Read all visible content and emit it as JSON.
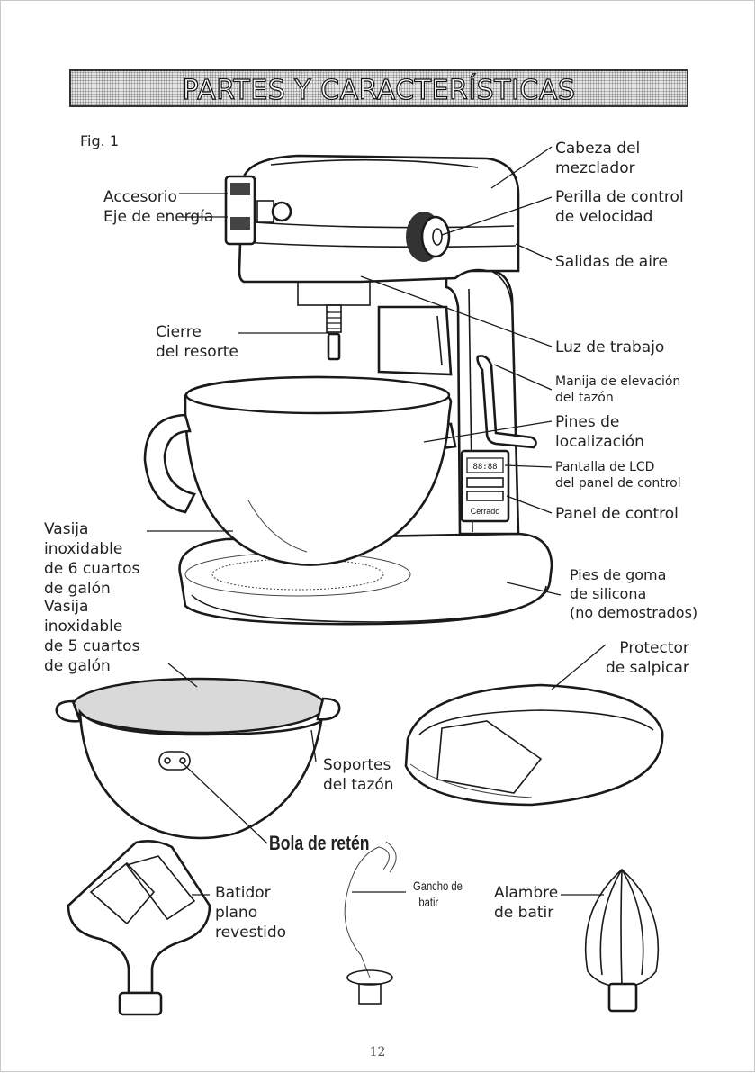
{
  "header": {
    "title": "PARTES Y CARACTERÍSTICAS"
  },
  "figure": {
    "label": "Fig. 1"
  },
  "labels": {
    "mixer_head": [
      "Cabeza del",
      "mezclador"
    ],
    "speed_knob": [
      "Perilla de control",
      "de velocidad"
    ],
    "air_vents": "Salidas de aire",
    "power_hub": [
      "Accesorio",
      "Eje de energía"
    ],
    "spring_latch": [
      "Cierre",
      "del resorte"
    ],
    "work_light": "Luz de trabajo",
    "bowl_lift_handle": [
      "Manija de elevación",
      "del tazón"
    ],
    "locating_pins": [
      "Pines de",
      "localización"
    ],
    "lcd_display": [
      "Pantalla de LCD",
      "del panel de control"
    ],
    "control_panel": "Panel de control",
    "bowl_6qt": [
      "Vasija",
      "inoxidable",
      "de 6 cuartos",
      "de galón"
    ],
    "bowl_5qt": [
      "Vasija",
      "inoxidable",
      "de 5 cuartos",
      "de galón"
    ],
    "rubber_feet": [
      "Pies de goma",
      "de silicona",
      "(no demostrados)"
    ],
    "pouring_shield": [
      "Protector",
      "de salpicar"
    ],
    "bowl_supports": [
      "Soportes",
      "del tazón"
    ],
    "retainer_ball": "Bola de retén",
    "flat_beater": [
      "Batidor",
      "plano",
      "revestido"
    ],
    "dough_hook": [
      "Gancho de",
      "batir"
    ],
    "wire_whip": [
      "Alambre",
      "de batir"
    ],
    "closed_mark": "Cerrado"
  },
  "page_number": "12"
}
